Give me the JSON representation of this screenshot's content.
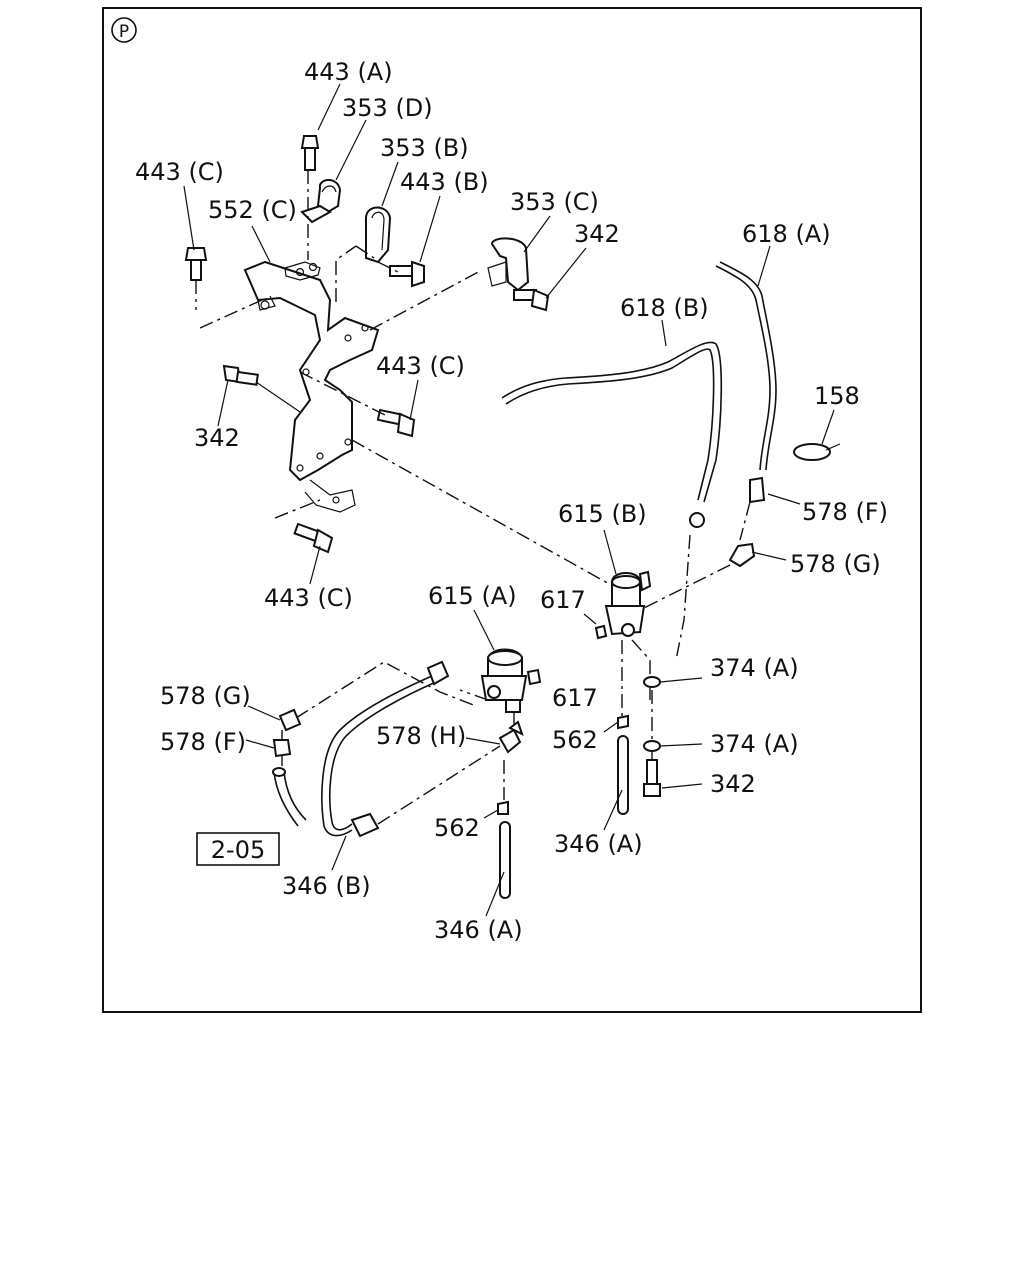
{
  "marker": "P",
  "reference_box": "2-05",
  "callouts": {
    "c443A": "443 (A)",
    "c353D": "353 (D)",
    "c353B": "353 (B)",
    "c443B": "443 (B)",
    "c443C_top": "443 (C)",
    "c552C": "552 (C)",
    "c353C": "353 (C)",
    "c342_top": "342",
    "c618A": "618 (A)",
    "c618B": "618 (B)",
    "c443C_mid": "443 (C)",
    "c342_left": "342",
    "c158": "158",
    "c578F_right": "578 (F)",
    "c615B": "615 (B)",
    "c578G_right": "578 (G)",
    "c443C_bottom": "443 (C)",
    "c615A": "615 (A)",
    "c617_right": "617",
    "c617_left": "617",
    "c374A_1": "374 (A)",
    "c578G_left": "578 (G)",
    "c578F_left": "578 (F)",
    "c578H": "578 (H)",
    "c562_right": "562",
    "c374A_2": "374 (A)",
    "c342_bottom": "342",
    "c562_left": "562",
    "c346A_right": "346 (A)",
    "c346B": "346 (B)",
    "c346A_bottom": "346 (A)"
  }
}
